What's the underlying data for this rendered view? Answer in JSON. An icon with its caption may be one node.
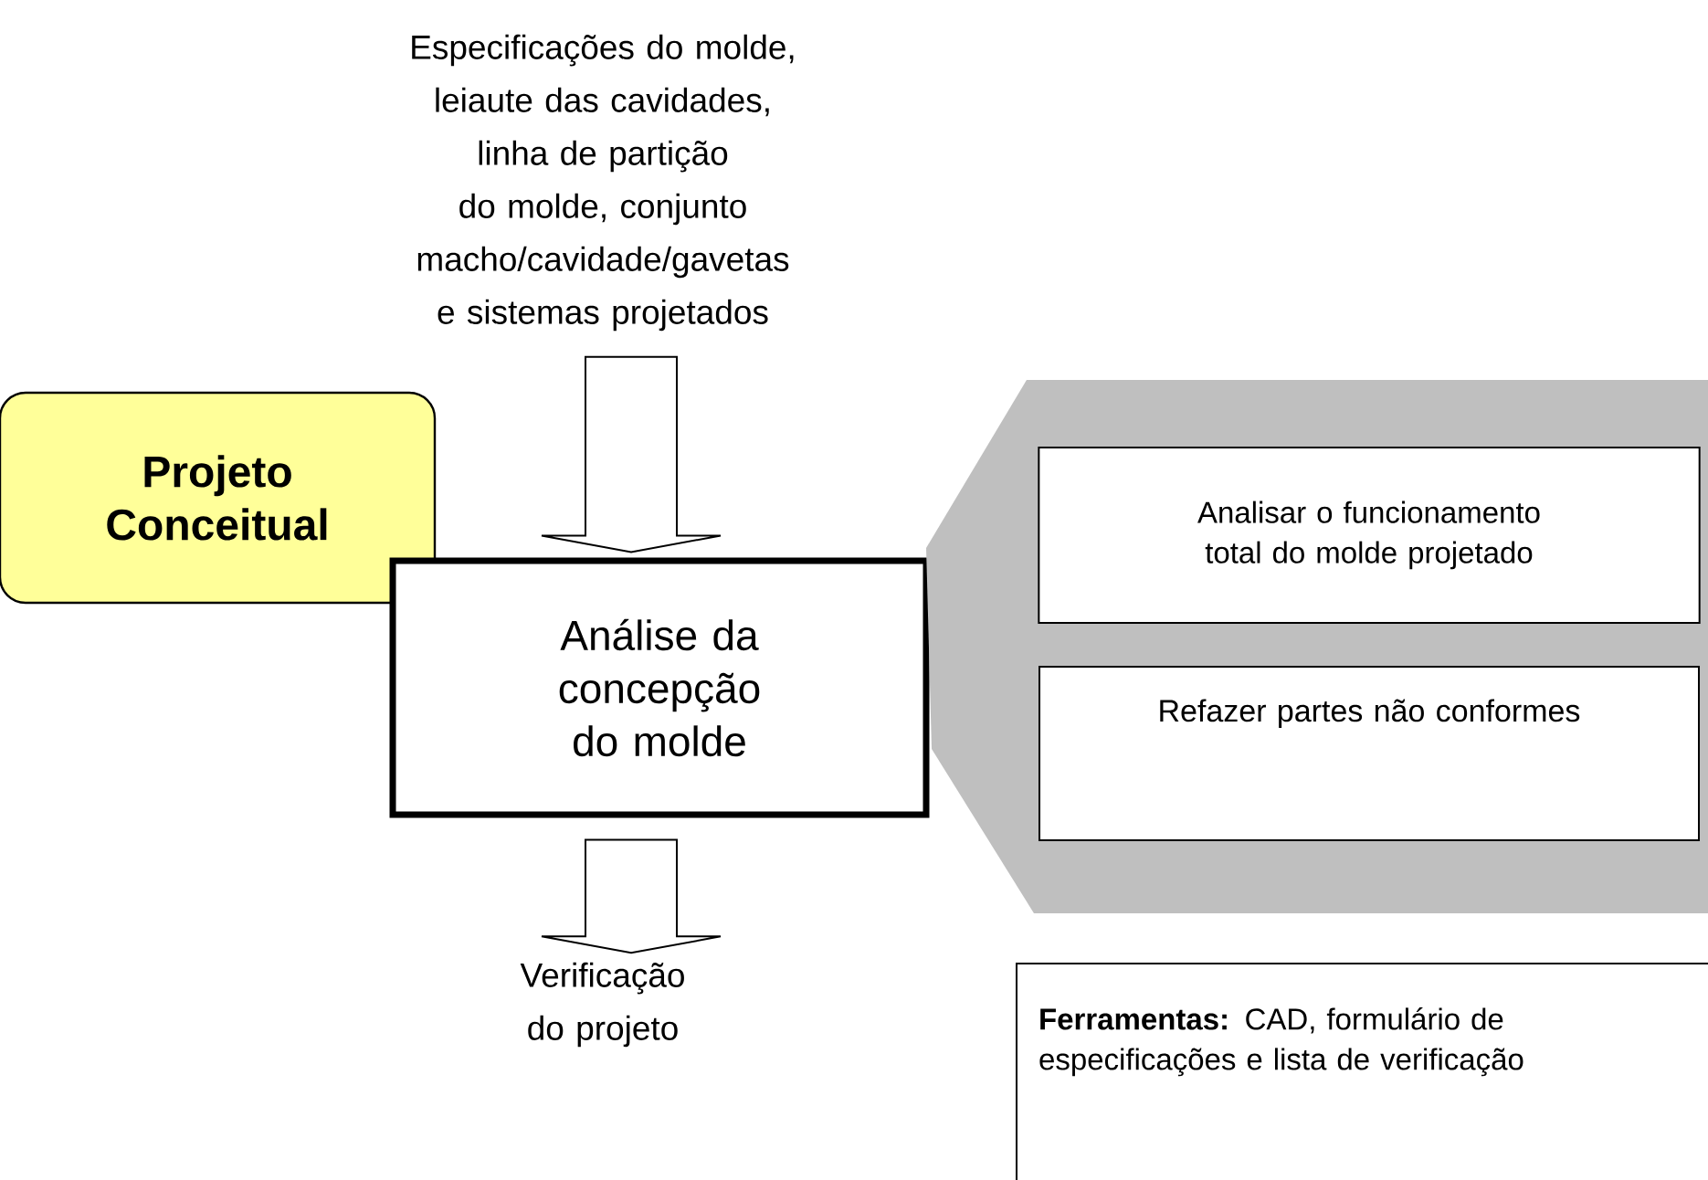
{
  "diagram": {
    "nodes": [
      {
        "text": [
          "Especificações do molde, leiaute das cavidades, linha de partição do molde, conjunto macho/cavidade/gavetas e sistemas projetados"
        ]
      },
      {
        "text": [
          "Projeto Conceitual"
        ]
      },
      {
        "text": [
          "Análise da concepção do molde"
        ]
      },
      {
        "text": [],
        "shape": "band"
      },
      {
        "text": [
          "Analisar o funcionamento total do molde projetado"
        ],
        "in": 3
      },
      {
        "text": [
          "Refazer partes não conformes"
        ],
        "in": 3
      },
      {
        "text": [
          "Verificação do projeto"
        ]
      },
      {
        "text": [
          "**Ferramentas:** CAD, formulário de especificações e lista de verificação"
        ]
      }
    ],
    "edges": [
      {
        "from": 0,
        "to": 2,
        "arrow": "to"
      },
      {
        "from": 2,
        "to": 6,
        "arrow": "to"
      }
    ]
  }
}
